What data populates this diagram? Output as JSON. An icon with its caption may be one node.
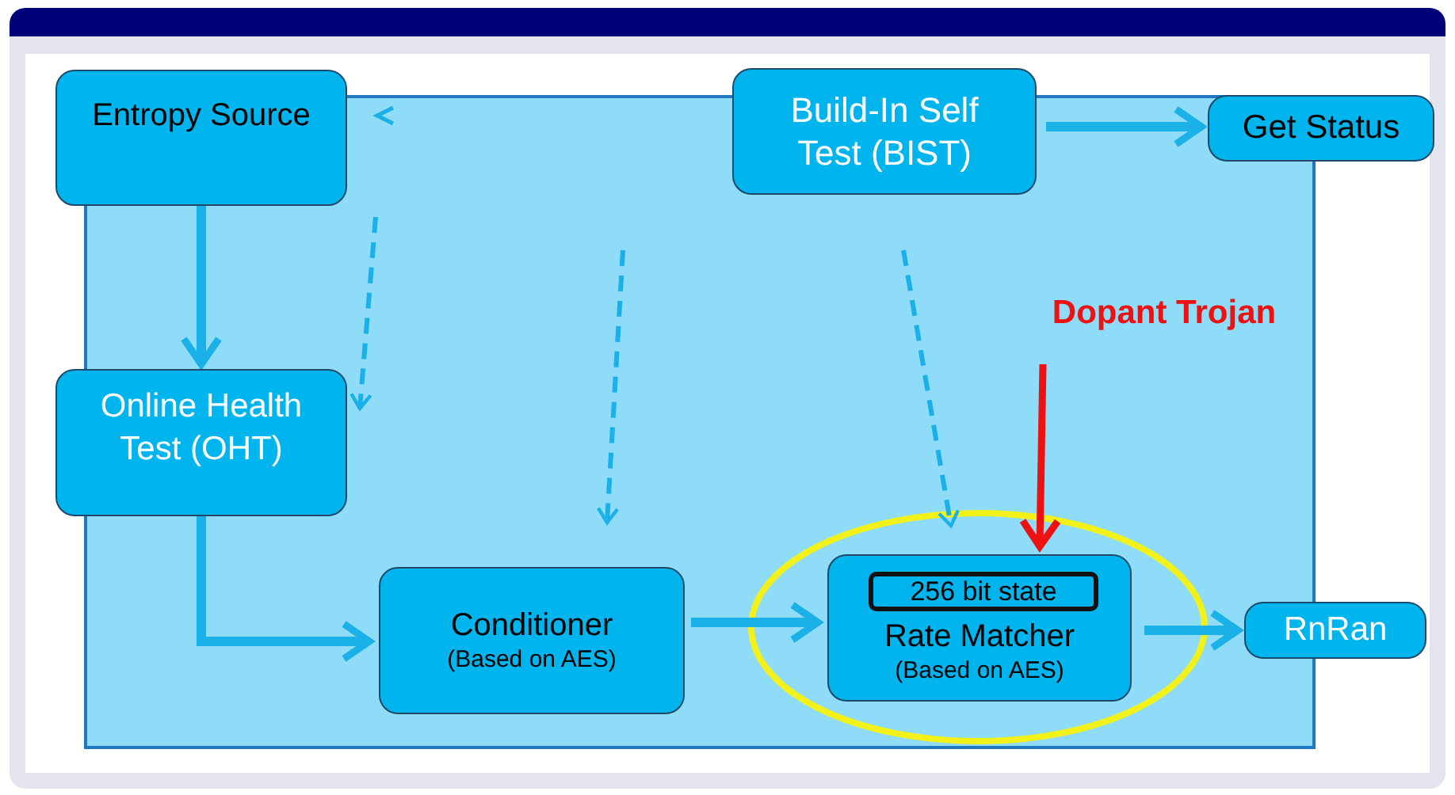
{
  "diagram": {
    "nodes": [
      {
        "text": [],
        "shape": "box"
      },
      {
        "text": [
          "Entropy Source"
        ]
      },
      {
        "text": [
          "Build-In Self Test (BIST)"
        ]
      },
      {
        "text": [
          "Get Status"
        ]
      },
      {
        "text": [
          "Dopant Trojan"
        ],
        "in": 0
      },
      {
        "text": [
          "Online Health Test (OHT)"
        ]
      },
      {
        "text": [
          "Conditioner",
          "(Based on AES)"
        ],
        "in": 0
      },
      {
        "text": [
          "Rate Matcher",
          "(Based on AES)"
        ],
        "in": 0
      },
      {
        "text": [
          "256 bit state"
        ],
        "in": 7
      },
      {
        "text": [
          "RnRan"
        ]
      }
    ],
    "edges": [
      {
        "from": 1,
        "to": 5,
        "arrow": "to"
      },
      {
        "from": 2,
        "to": 3,
        "arrow": "to"
      },
      {
        "from": 5,
        "to": 6,
        "arrow": "to"
      },
      {
        "from": 6,
        "to": 7,
        "arrow": "to"
      },
      {
        "from": 7,
        "to": 9,
        "arrow": "to"
      },
      {
        "from": 4,
        "to": 7,
        "arrow": "to",
        "color": "#ee1111"
      },
      {
        "from": null,
        "to": 5,
        "arrow": "to",
        "style": "dashed"
      },
      {
        "from": null,
        "to": 6,
        "arrow": "to",
        "style": "dashed"
      },
      {
        "from": null,
        "to": 7,
        "arrow": "to",
        "style": "dashed"
      }
    ]
  }
}
